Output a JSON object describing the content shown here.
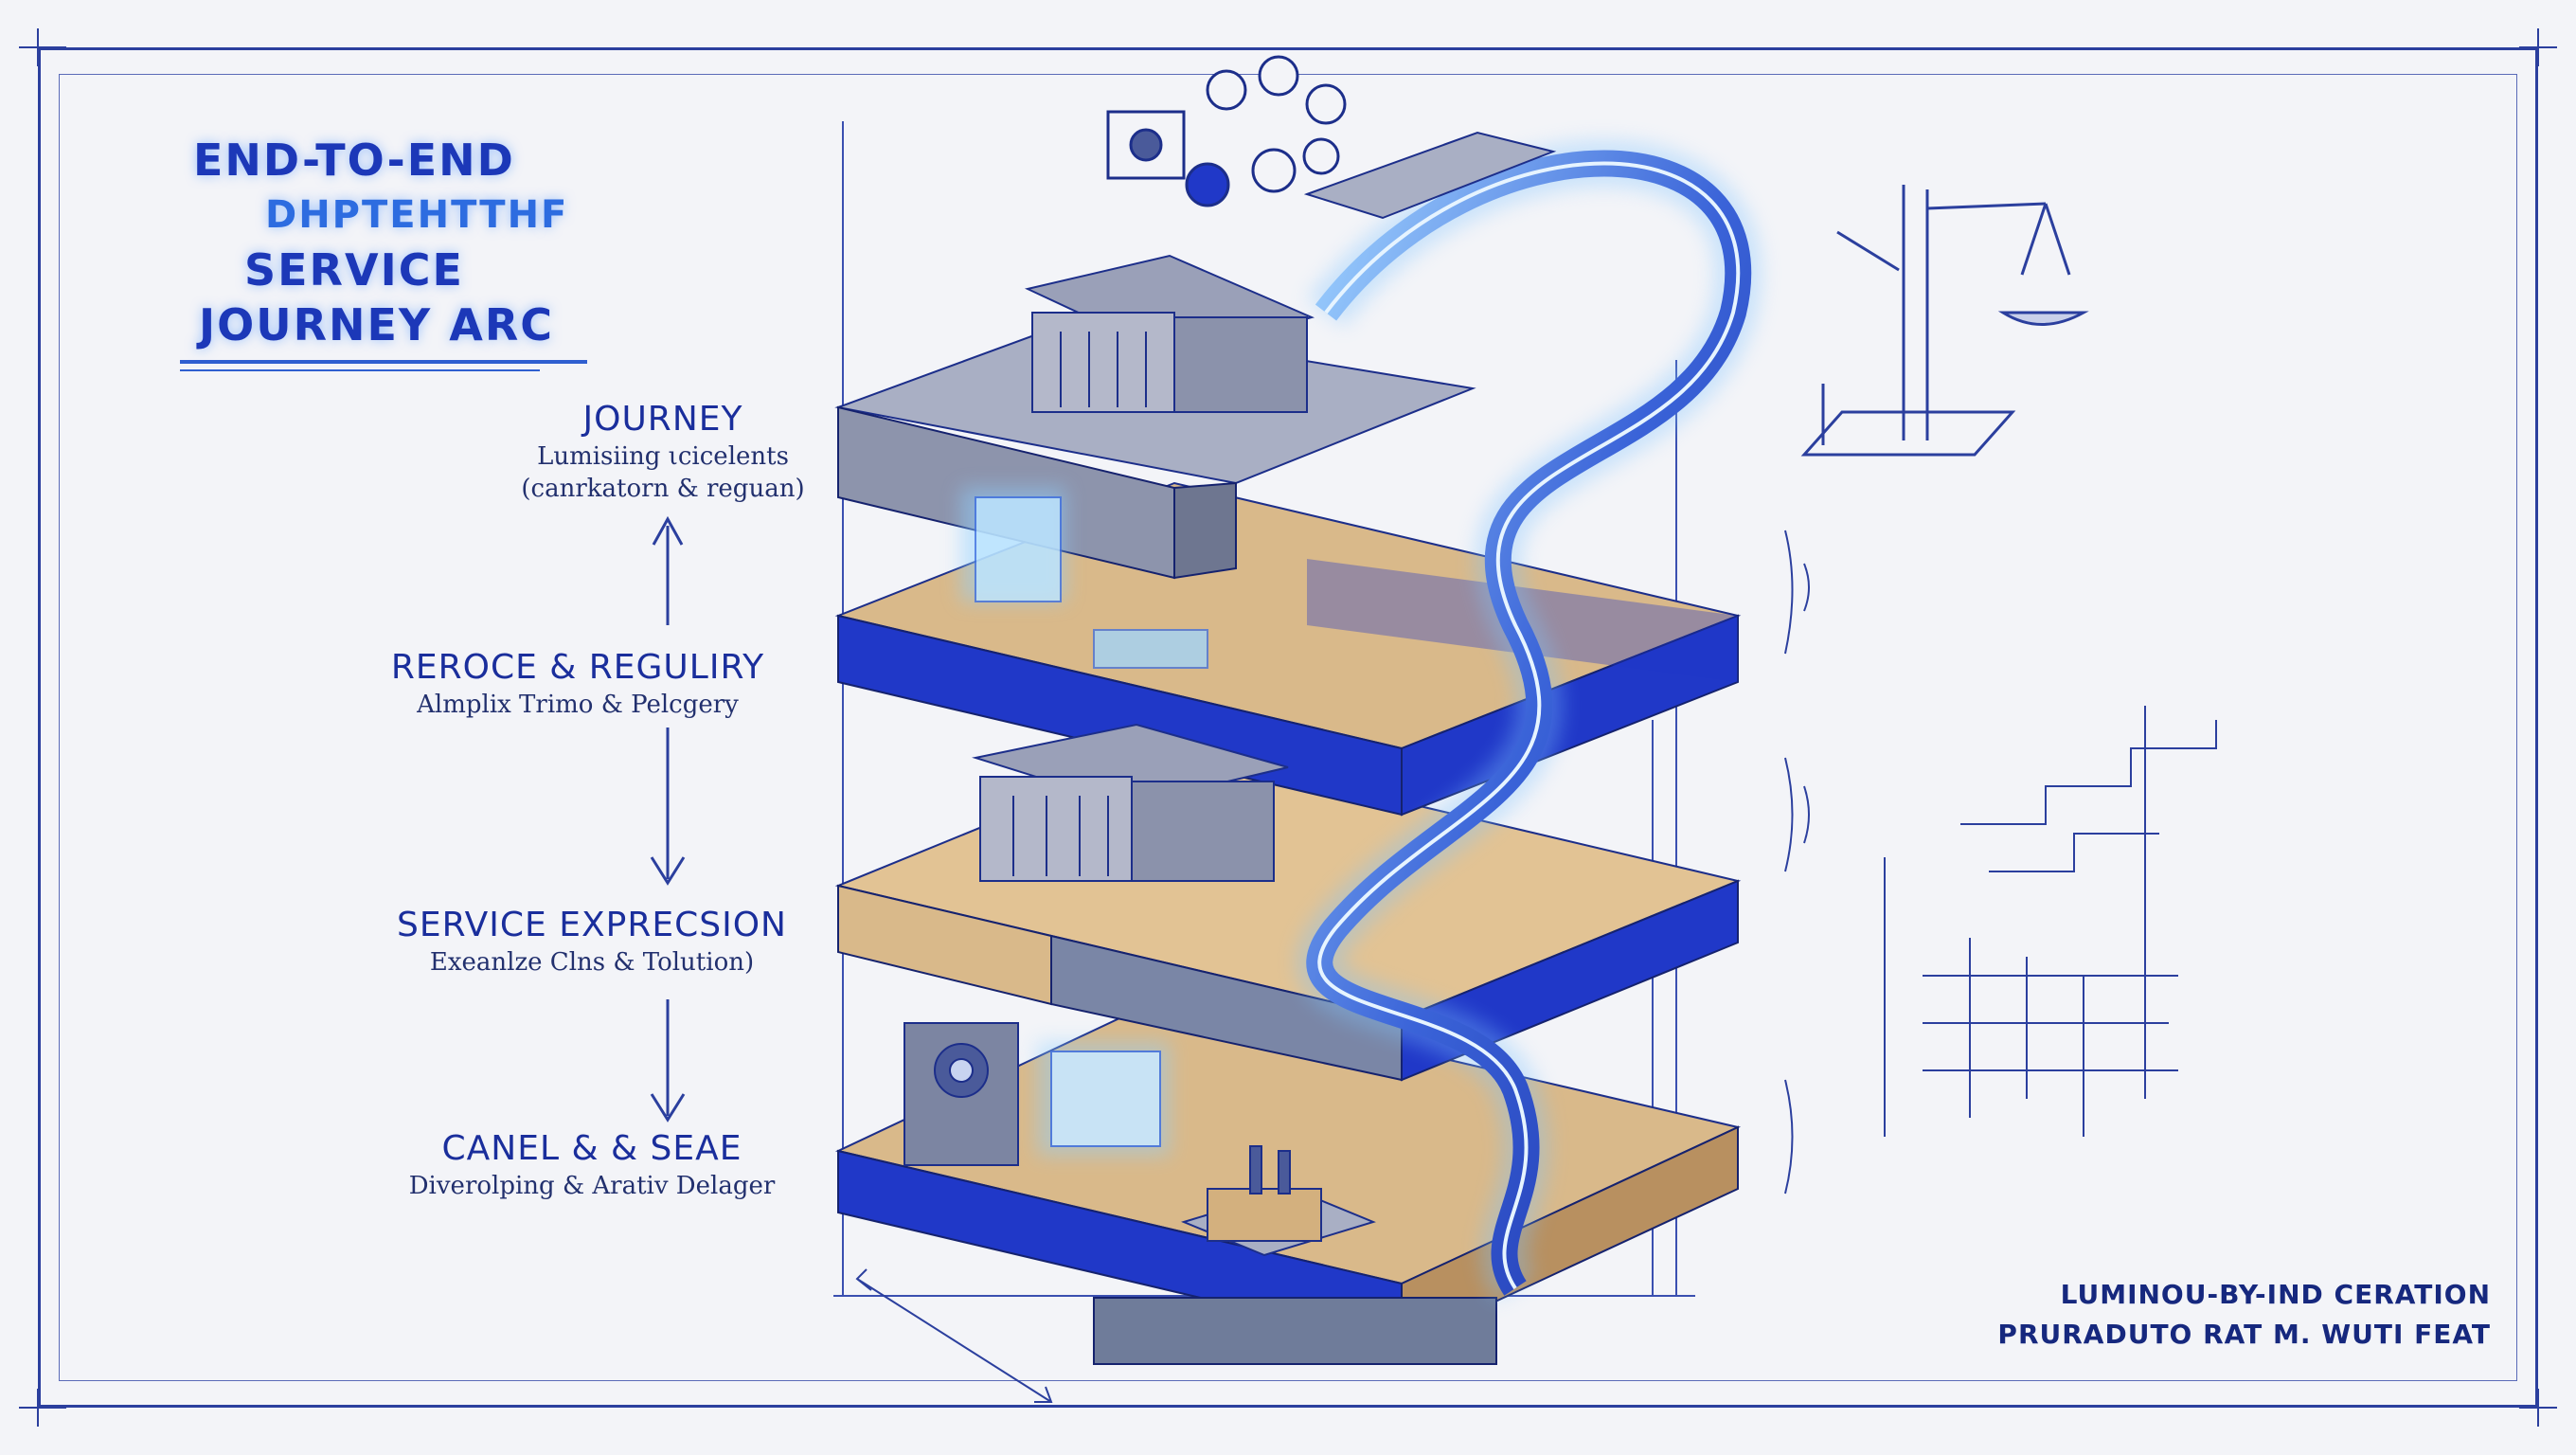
{
  "title": {
    "line1": "END-TO-END",
    "line2": "DHPTEHTTHF",
    "line3": "SERVICE",
    "line4": "JOURNEY ARC"
  },
  "steps": [
    {
      "heading": "JOURNEY",
      "sub1": "Lumisiing ιcicelents",
      "sub2": "(canrkatorn & reguan)"
    },
    {
      "heading": "REROCE & REGULIRY",
      "sub1": "Almplix Trimo & Pelcgery"
    },
    {
      "heading": "SERVICE EXPRECSION",
      "sub1": "Exeanlze Clns & Tolution)"
    },
    {
      "heading": "CANEL & & SEAE",
      "sub1": "Diverolping & Arativ Delager"
    }
  ],
  "footer": {
    "line1": "LUMINOU-BY-IND CERATION",
    "line2": "PRURADUTO RAT M. WUTI FEAT"
  },
  "colors": {
    "ink": "#1a2e9c",
    "royal_blue": "#1f36c8",
    "sand": "#d9b98a",
    "glow": "#7fc4ff",
    "paper": "#f3f4f8"
  }
}
